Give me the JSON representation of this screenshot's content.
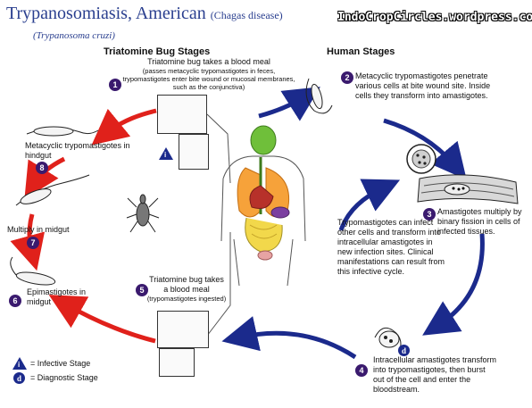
{
  "title": "Trypanosomiasis, American",
  "title_paren": "(Chagas disease)",
  "subtitle": "(Trypanosoma cruzi)",
  "watermark": "IndoCropCircles.wordpress.com",
  "headers": {
    "bug": "Triatomine Bug Stages",
    "human": "Human Stages"
  },
  "steps": {
    "s1": {
      "num": "1",
      "main": "Triatomine bug takes a blood meal",
      "detail": "(passes metacyclic trypomastigotes in feces, trypomastigotes enter bite wound or mucosal membranes, such as the conjunctiva)"
    },
    "s2": {
      "num": "2",
      "text": "Metacyclic trypomastigotes penetrate various cells at bite wound site.  Inside cells they transform into amastigotes."
    },
    "s3": {
      "num": "3",
      "text": "Amastigotes multiply by binary fission in cells of infected tissues."
    },
    "s4": {
      "num": "4",
      "text": "Intracellular amastigotes transform into trypomastigotes, then burst out of the cell and enter the bloodstream."
    },
    "s5": {
      "num": "5",
      "main": "Triatomine bug takes a blood meal",
      "detail": "(trypomastigotes ingested)"
    },
    "s6": {
      "num": "6",
      "text": "Epimastigotes in midgut"
    },
    "s7": {
      "num": "7",
      "text": "Multiply in midgut"
    },
    "s8": {
      "num": "8",
      "text": "Metacyclic trypomastigotes in hindgut"
    }
  },
  "center_note": "Trypomastigotes can infect other cells and transform into intracellular amastigotes in new infection sites. Clinical manifestations can result from this infective cycle.",
  "legend": {
    "infective_symbol": "i",
    "infective_label": "= Infective Stage",
    "diagnostic_symbol": "d",
    "diagnostic_label": "= Diagnostic Stage"
  },
  "colors": {
    "title": "#2a3f8f",
    "bug_arrows": "#e0211b",
    "human_arrows": "#1b2a8c",
    "step_badge": "#3a1a6e"
  },
  "icons": [
    "trypomastigote-icon",
    "amastigote-cell-icon",
    "tissue-icon",
    "triatomine-bug-icon",
    "human-anatomy-icon",
    "epimastigote-icon"
  ]
}
